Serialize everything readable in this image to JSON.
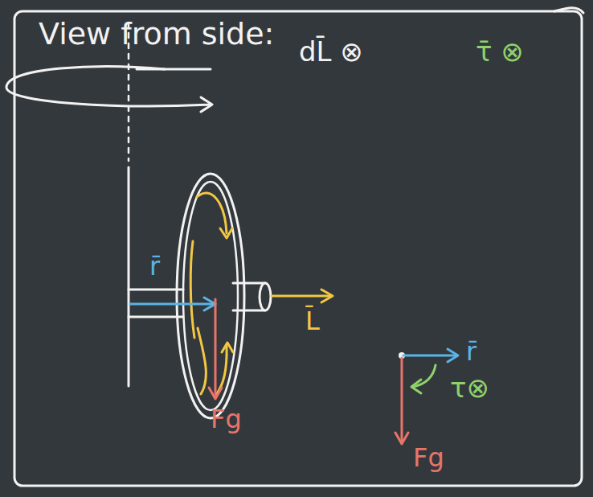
{
  "diagram": {
    "title": "View from side:",
    "labels": [
      "dL̄ ⊗",
      "τ̄ ⊗",
      "r̄",
      "L̄",
      "Fg",
      "r̄",
      "τ⊗",
      "Fg"
    ]
  }
}
